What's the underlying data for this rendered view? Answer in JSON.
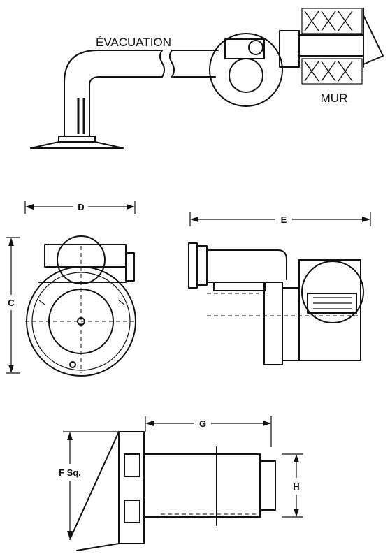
{
  "labels": {
    "exhaust": "ÉVACUATION",
    "wall": "MUR"
  },
  "dimensions": {
    "c": "C",
    "d": "D",
    "e": "E",
    "f": "F Sq.",
    "g": "G",
    "h": "H"
  }
}
